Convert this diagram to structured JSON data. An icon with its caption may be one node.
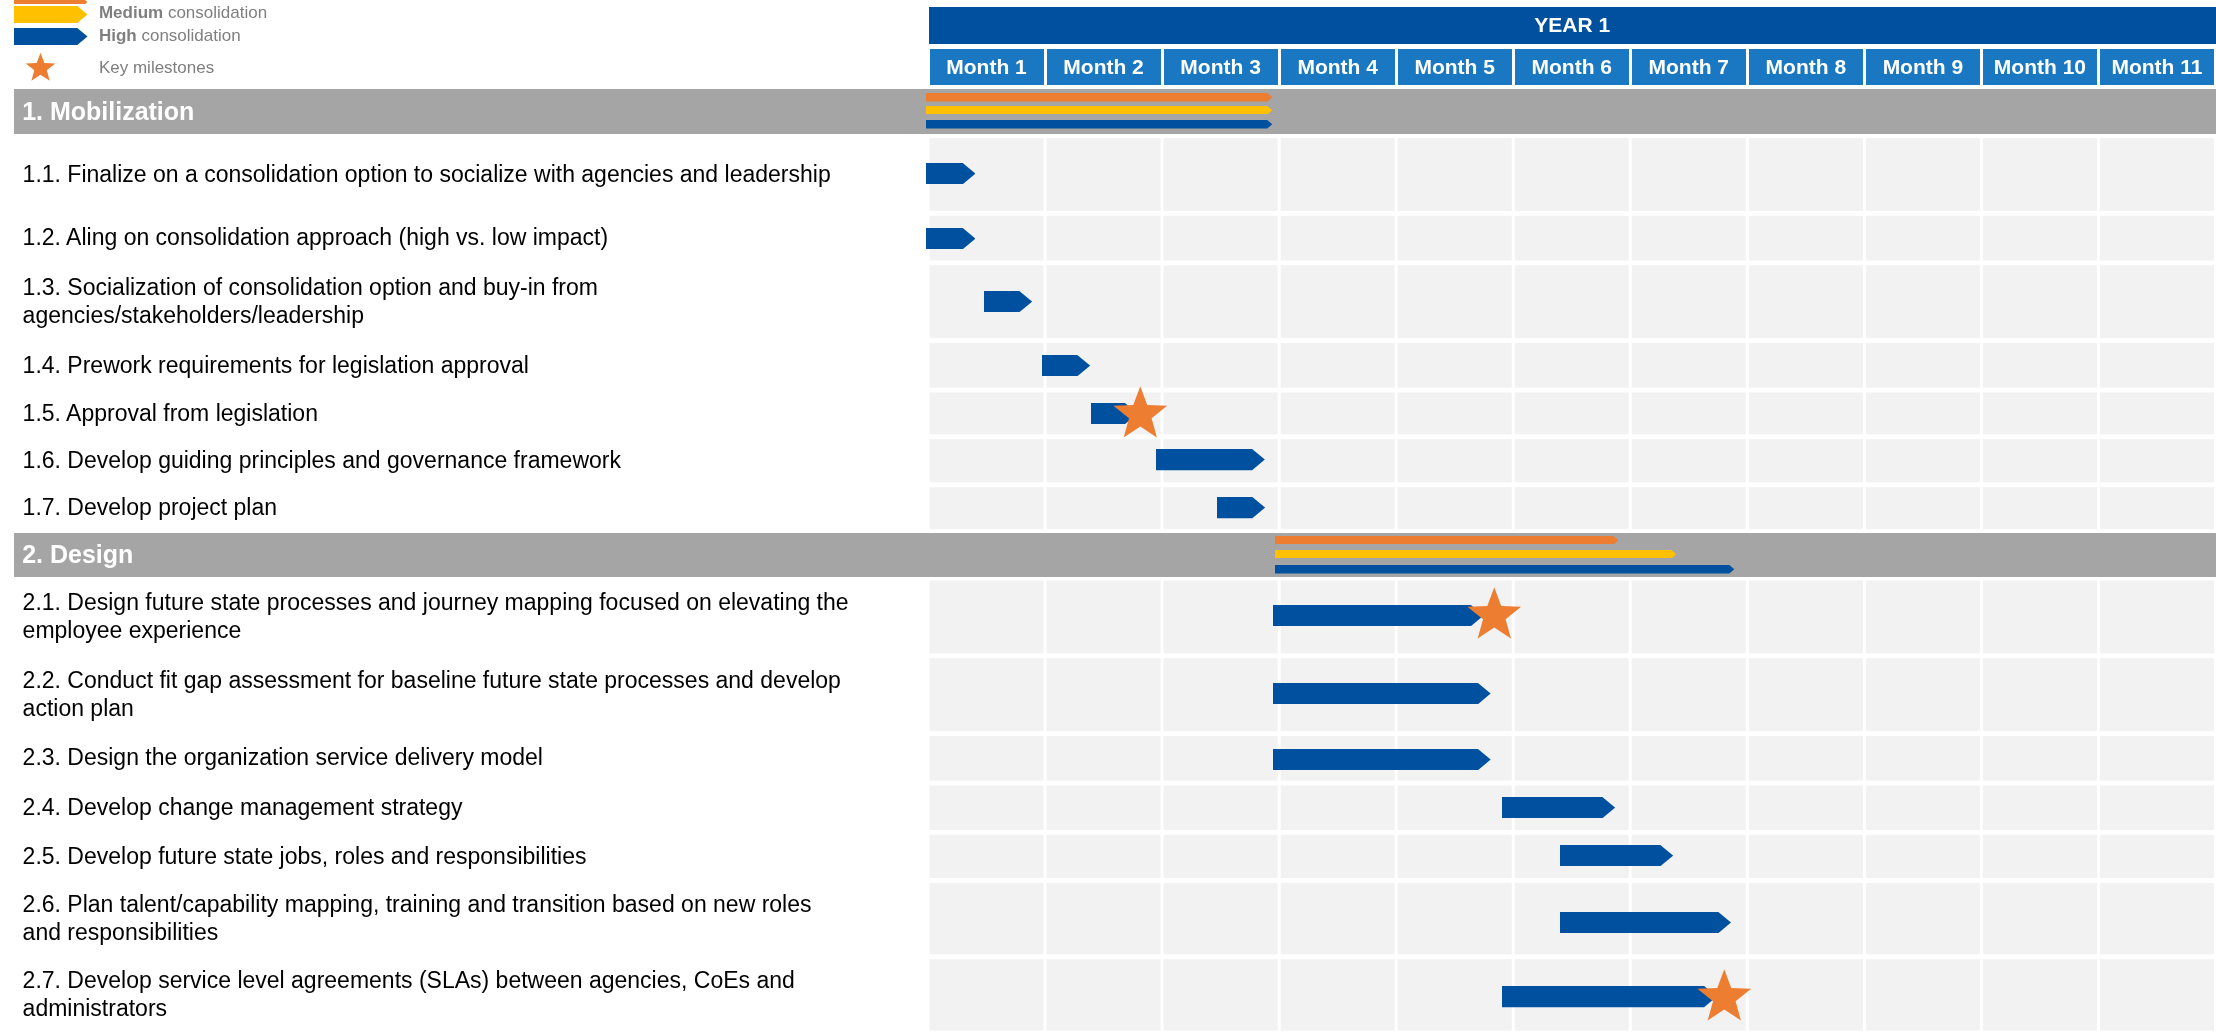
{
  "diagram": {
    "nodes": [
      {
        "text": [
          "YEAR 1"
        ]
      },
      {
        "text": [
          "Month 1"
        ]
      },
      {
        "text": [
          "Month 2"
        ]
      },
      {
        "text": [
          "Month 3"
        ]
      },
      {
        "text": [
          "Month 4"
        ]
      },
      {
        "text": [
          "Month 5"
        ]
      },
      {
        "text": [
          "Month 6"
        ]
      },
      {
        "text": [
          "Month 7"
        ]
      },
      {
        "text": [
          "Month 8"
        ]
      },
      {
        "text": [
          "Month 9"
        ]
      },
      {
        "text": [
          "Month 10"
        ]
      },
      {
        "text": [
          "Month 11"
        ]
      },
      {
        "text": [
          "1. Mobilization"
        ]
      },
      {
        "text": [
          "1.1. Finalize on a consolidation option to socialize with agencies and leadership"
        ]
      },
      {
        "text": [
          "1.2. Aling on consolidation approach (high vs. low impact)"
        ]
      },
      {
        "text": [
          "1.3. Socialization of consolidation option and buy-in from agencies/stakeholders/leadership"
        ]
      },
      {
        "text": [
          "1.4. Prework requirements for legislation approval"
        ]
      },
      {
        "text": [
          "1.5. Approval from legislation"
        ]
      },
      {
        "text": [
          "1.6. Develop guiding principles and governance framework"
        ]
      },
      {
        "text": [
          "1.7. Develop project plan"
        ]
      },
      {
        "text": [
          "2. Design"
        ]
      },
      {
        "text": [
          "2.1. Design future state processes and journey mapping focused on elevating the employee experience"
        ]
      },
      {
        "text": [
          "2.2. Conduct fit gap assessment for baseline future state processes and develop action plan"
        ]
      },
      {
        "text": [
          "2.3. Design the organization service delivery model"
        ]
      },
      {
        "text": [
          "2.4. Develop change management strategy"
        ]
      },
      {
        "text": [
          "2.5. Develop future state jobs, roles and responsibilities"
        ]
      },
      {
        "text": [
          "2.6. Plan talent/capability mapping, training and transition based on new roles and responsibilities"
        ]
      },
      {
        "text": [
          "2.7. Develop service level agreements (SLAs) between agencies, CoEs and administrators"
        ]
      },
      {
        "text": [],
        "shape": "bar",
        "in": 12
      },
      {
        "text": [],
        "shape": "bar",
        "in": 12
      },
      {
        "text": [],
        "shape": "bar",
        "in": 12
      },
      {
        "text": [],
        "shape": "bar"
      },
      {
        "text": [],
        "shape": "bar"
      },
      {
        "text": [],
        "shape": "bar"
      },
      {
        "text": [],
        "shape": "bar"
      },
      {
        "text": [],
        "shape": "bar"
      },
      {
        "text": [],
        "shape": "star"
      },
      {
        "text": [],
        "shape": "bar"
      },
      {
        "text": [],
        "shape": "bar"
      },
      {
        "text": [],
        "shape": "bar",
        "in": 20
      },
      {
        "text": [],
        "shape": "bar",
        "in": 20
      },
      {
        "text": [],
        "shape": "bar",
        "in": 20
      },
      {
        "text": [],
        "shape": "bar"
      },
      {
        "text": [],
        "shape": "star"
      },
      {
        "text": [],
        "shape": "bar"
      },
      {
        "text": [],
        "shape": "bar"
      },
      {
        "text": [],
        "shape": "bar"
      },
      {
        "text": [],
        "shape": "bar"
      },
      {
        "text": [],
        "shape": "bar"
      },
      {
        "text": [],
        "shape": "bar"
      },
      {
        "text": [],
        "shape": "star"
      }
    ],
    "legend": [
      {
        "text": "**Medium** consolidation",
        "color": "#ffc000"
      },
      {
        "text": "**High** consolidation",
        "color": "#0050a0"
      },
      {
        "text": "Key milestones"
      }
    ]
  }
}
